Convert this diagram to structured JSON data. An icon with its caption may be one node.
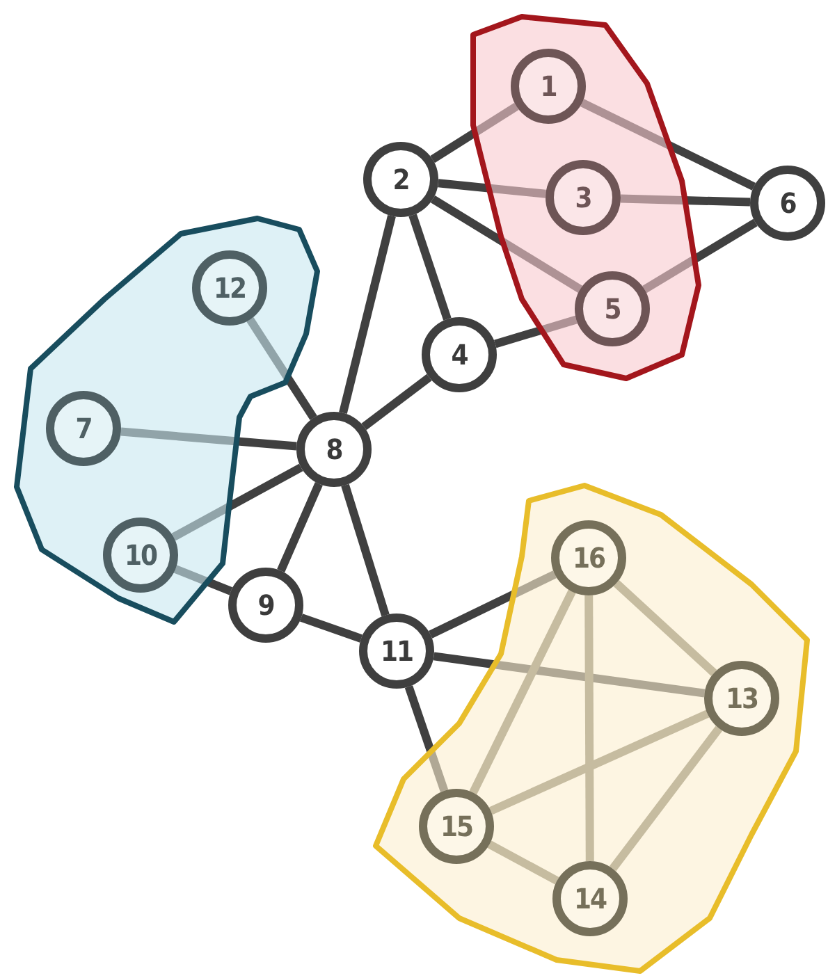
{
  "diagram": {
    "nodes": [
      {
        "text": [
          "1"
        ]
      },
      {
        "text": [
          "2"
        ]
      },
      {
        "text": [
          "3"
        ]
      },
      {
        "text": [
          "4"
        ]
      },
      {
        "text": [
          "5"
        ]
      },
      {
        "text": [
          "6"
        ]
      },
      {
        "text": [
          "7"
        ]
      },
      {
        "text": [
          "8"
        ]
      },
      {
        "text": [
          "9"
        ]
      },
      {
        "text": [
          "10"
        ]
      },
      {
        "text": [
          "11"
        ]
      },
      {
        "text": [
          "12"
        ]
      },
      {
        "text": [
          "13"
        ]
      },
      {
        "text": [
          "14"
        ]
      },
      {
        "text": [
          "15"
        ]
      },
      {
        "text": [
          "16"
        ]
      }
    ],
    "edges": [
      {
        "from": 0,
        "to": 1,
        "arrow": "none"
      },
      {
        "from": 0,
        "to": 5,
        "arrow": "none"
      },
      {
        "from": 1,
        "to": 2,
        "arrow": "none"
      },
      {
        "from": 2,
        "to": 5,
        "arrow": "none"
      },
      {
        "from": 1,
        "to": 4,
        "arrow": "none"
      },
      {
        "from": 4,
        "to": 5,
        "arrow": "none"
      },
      {
        "from": 1,
        "to": 3,
        "arrow": "none"
      },
      {
        "from": 1,
        "to": 7,
        "arrow": "none"
      },
      {
        "from": 3,
        "to": 4,
        "arrow": "none"
      },
      {
        "from": 3,
        "to": 7,
        "arrow": "none"
      },
      {
        "from": 7,
        "to": 11,
        "arrow": "none"
      },
      {
        "from": 7,
        "to": 6,
        "arrow": "none"
      },
      {
        "from": 7,
        "to": 9,
        "arrow": "none"
      },
      {
        "from": 7,
        "to": 8,
        "arrow": "none"
      },
      {
        "from": 7,
        "to": 10,
        "arrow": "none"
      },
      {
        "from": 9,
        "to": 8,
        "arrow": "none"
      },
      {
        "from": 8,
        "to": 10,
        "arrow": "none"
      },
      {
        "from": 10,
        "to": 15,
        "arrow": "none"
      },
      {
        "from": 10,
        "to": 12,
        "arrow": "none"
      },
      {
        "from": 10,
        "to": 14,
        "arrow": "none"
      },
      {
        "from": 15,
        "to": 12,
        "arrow": "none",
        "color": "#76705a"
      },
      {
        "from": 15,
        "to": 14,
        "arrow": "none",
        "color": "#76705a"
      },
      {
        "from": 15,
        "to": 13,
        "arrow": "none",
        "color": "#76705a"
      },
      {
        "from": 12,
        "to": 14,
        "arrow": "none",
        "color": "#76705a"
      },
      {
        "from": 12,
        "to": 13,
        "arrow": "none",
        "color": "#76705a"
      },
      {
        "from": 14,
        "to": 13,
        "arrow": "none",
        "color": "#76705a"
      }
    ]
  }
}
